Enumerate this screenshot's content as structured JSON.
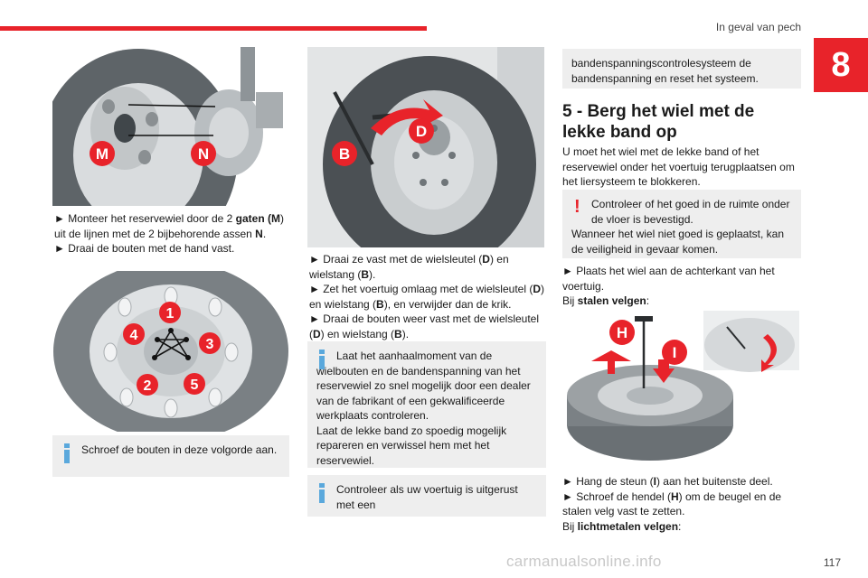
{
  "header": {
    "section_title": "In geval van pech",
    "chapter_number": "8"
  },
  "footer": {
    "page_number": "117",
    "watermark": "carmanualsonline.info"
  },
  "colors": {
    "accent": "#e8232a",
    "info_icon": "#5aa8dc",
    "note_bg": "#eeeeee"
  },
  "col1": {
    "fig1": {
      "label_m": "M",
      "label_n": "N"
    },
    "steps1": {
      "s1_pre": "► Monteer het reservewiel door de 2",
      "s1_bold": "gaten (M",
      "s1_mid": ") uit de lijnen met de 2 bijbehorende assen ",
      "s1_bold2": "N",
      "s1_end": ".",
      "s2": "► Draai de bouten met de hand vast."
    },
    "fig2": {
      "n1": "1",
      "n2": "2",
      "n3": "3",
      "n4": "4",
      "n5": "5"
    },
    "note1": {
      "text": "Schroef de bouten in deze volgorde aan."
    }
  },
  "col2": {
    "fig3": {
      "label_b": "B",
      "label_d": "D"
    },
    "steps": {
      "s1_pre": "► Draai ze vast met de wielsleutel (",
      "s1_d": "D",
      "s1_mid": ") en wielstang (",
      "s1_b": "B",
      "s1_end": ").",
      "s2_pre": "► Zet het voertuig omlaag met de wielsleutel (",
      "s2_d": "D",
      "s2_mid": ") en wielstang (",
      "s2_b": "B",
      "s2_end": "), en verwijder dan de krik.",
      "s3_pre": "► Draai de bouten weer vast met de wielsleutel (",
      "s3_d": "D",
      "s3_mid": ") en wielstang (",
      "s3_b": "B",
      "s3_end": ")."
    },
    "note2": {
      "line1": "Laat het aanhaalmoment van de wielbouten en de bandenspanning van het reservewiel zo snel mogelijk door een dealer van de fabrikant of een gekwalificeerde werkplaats controleren.",
      "line2": "Laat de lekke band zo spoedig mogelijk repareren en verwissel hem met het reservewiel."
    },
    "note3": {
      "text": "Controleer als uw voertuig is uitgerust met een"
    }
  },
  "col3": {
    "note_top": {
      "text": "bandenspanningscontrolesysteem de bandenspanning en reset het systeem."
    },
    "heading": "5 - Berg het wiel met de lekke band op",
    "intro": "U moet het wiel met de lekke band of het reservewiel onder het voertuig terugplaatsen om het liersysteem te blokkeren.",
    "warning": {
      "line1": "Controleer of het goed in de ruimte onder de vloer is bevestigd.",
      "line2": "Wanneer het wiel niet goed is geplaatst, kan de veiligheid in gevaar komen."
    },
    "step_place": "► Plaats het wiel aan de achterkant van het voertuig.",
    "steel_pre": "Bij ",
    "steel_bold": "stalen velgen",
    "steel_end": ":",
    "fig4": {
      "label_h": "H",
      "label_i": "I"
    },
    "steps": {
      "s1_pre": "► Hang de steun (",
      "s1_i": "I",
      "s1_end": ") aan het buitenste deel.",
      "s2_pre": "► Schroef de hendel (",
      "s2_h": "H",
      "s2_end": ") om de beugel en de stalen velg vast te zetten."
    },
    "alloy_pre": "Bij ",
    "alloy_bold": "lichtmetalen velgen",
    "alloy_end": ":"
  }
}
